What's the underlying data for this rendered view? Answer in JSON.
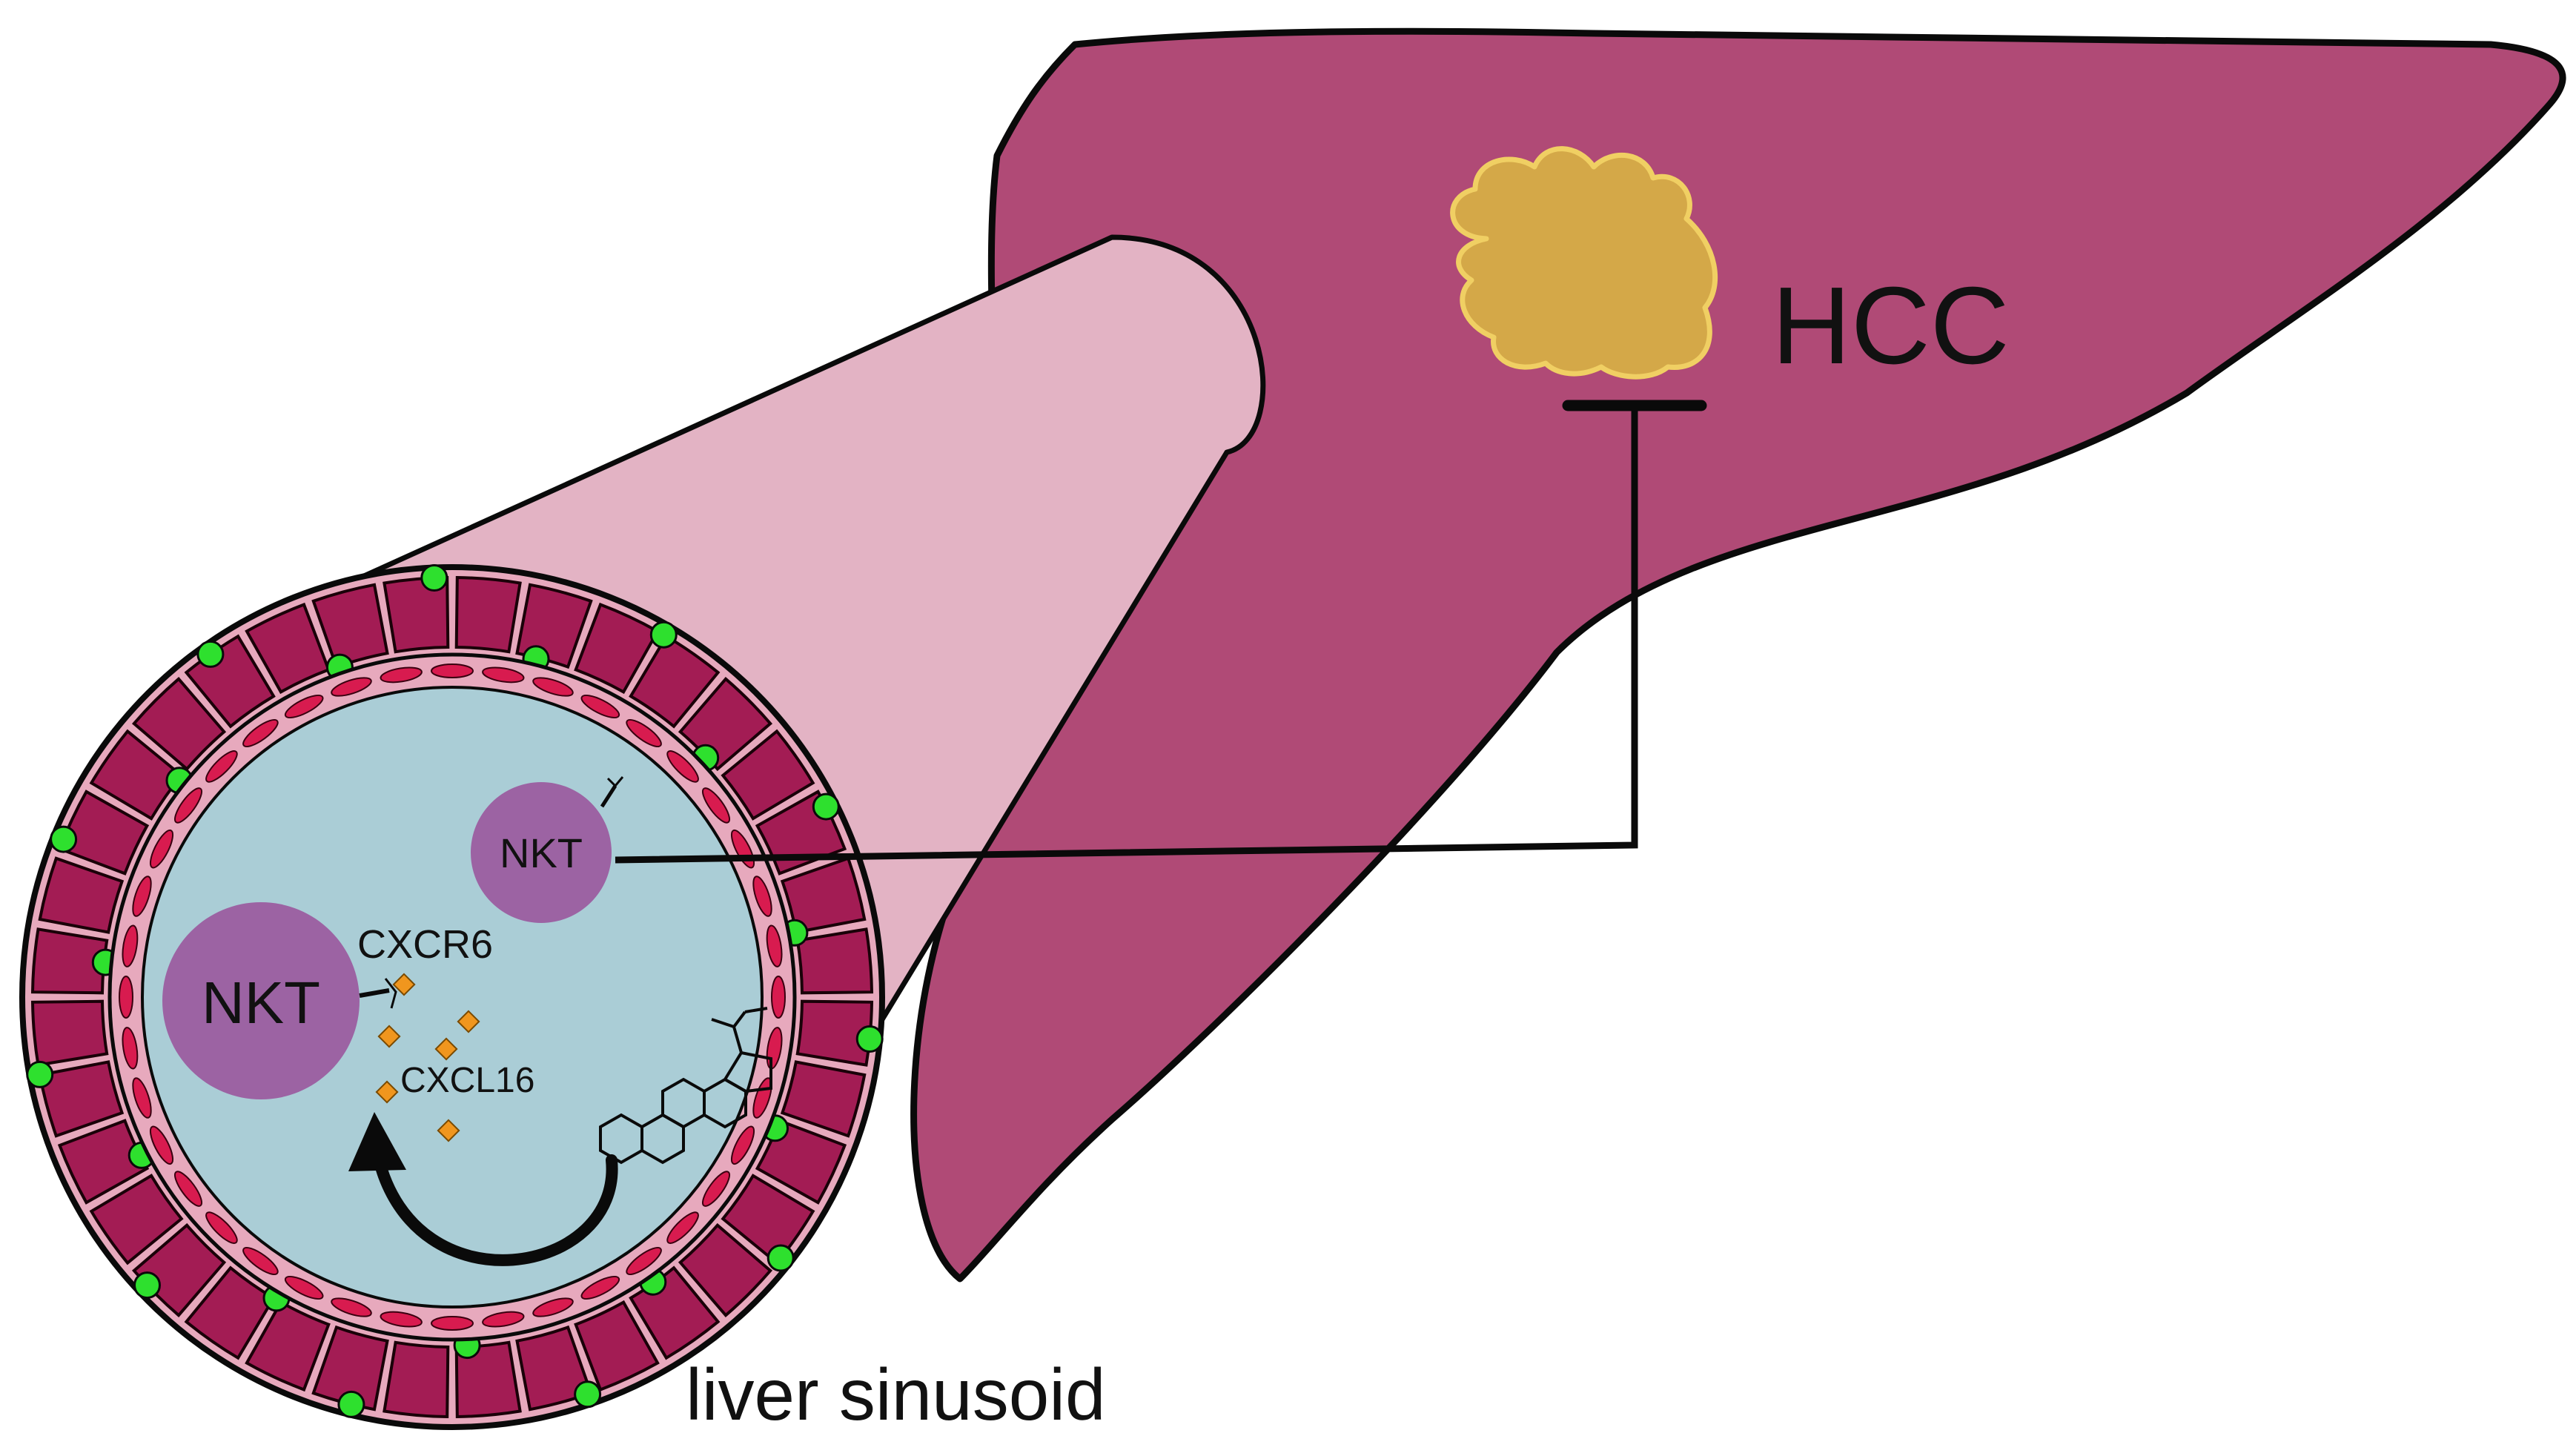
{
  "labels": {
    "hcc": "HCC",
    "nkt_small": "NKT",
    "nkt_large": "NKT",
    "cxcr6": "CXCR6",
    "cxcl16": "CXCL16",
    "sinusoid": "liver sinusoid"
  },
  "colors": {
    "liver": "#b04a76",
    "tube": "#e3b3c4",
    "lumen": "#aacdd6",
    "wall": "#e7a9bd",
    "hepatocyte": "#a31c54",
    "endothelial": "#d81b4f",
    "junction": "#2ee02e",
    "nkt": "#9c63a3",
    "tumor": "#d4a848",
    "chemokine": "#f0961e"
  },
  "icons": {
    "tumor": "tumor-cloud-icon",
    "steroid": "steroid-molecule-icon",
    "arrow": "curved-arrow-icon",
    "inhibition": "inhibition-bar-icon"
  }
}
